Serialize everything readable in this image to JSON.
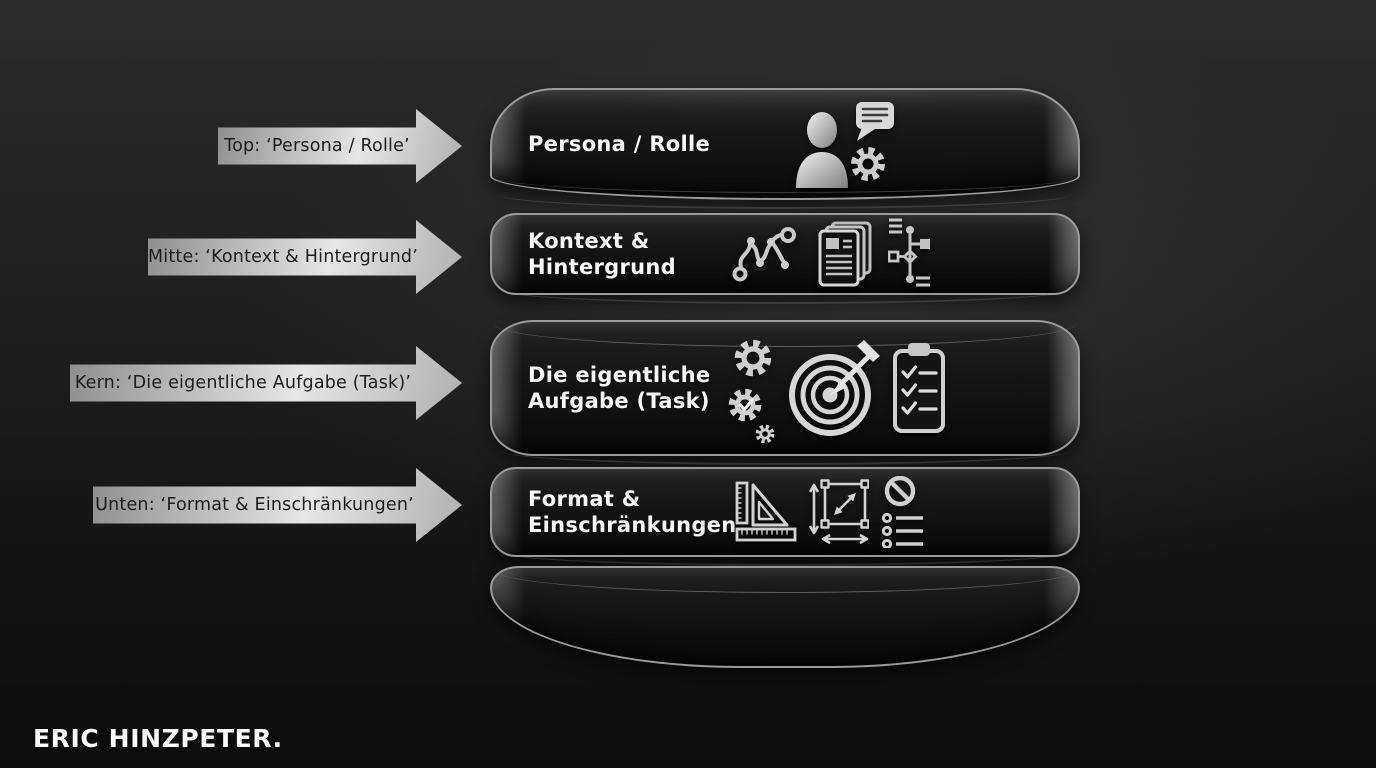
{
  "logo": {
    "text": "ERIC HINZPETER."
  },
  "callouts": [
    {
      "label": "Top: ‘Persona / Rolle’"
    },
    {
      "label": "Mitte: ‘Kontext & Hintergrund’"
    },
    {
      "label": "Kern: ‘Die eigentliche Aufgabe (Task)’"
    },
    {
      "label": "Unten: ‘Format & Einschränkungen’"
    }
  ],
  "stack": {
    "layers": [
      {
        "title_line1": "Persona / Rolle",
        "title_line2": "",
        "icons": [
          "person-bust-icon",
          "speech-bubble-icon",
          "gear-icon"
        ]
      },
      {
        "title_line1": "Kontext &",
        "title_line2": "Hintergrund",
        "icons": [
          "network-path-icon",
          "documents-stack-icon",
          "timeline-branch-icon"
        ]
      },
      {
        "title_line1": "Die eigentliche",
        "title_line2": "Aufgabe (Task)",
        "icons": [
          "gears-icon",
          "target-dart-icon",
          "clipboard-checklist-icon"
        ]
      },
      {
        "title_line1": "Format &",
        "title_line2": "Einschränkungen",
        "icons": [
          "setsquare-ruler-icon",
          "dimension-box-icon",
          "prohibition-list-icon"
        ]
      },
      {
        "title_line1": "",
        "title_line2": "",
        "icons": []
      }
    ]
  },
  "colors": {
    "bg-top": "#2b2b2b",
    "bg-bottom": "#0b0b0b",
    "layer-border": "#9a9a9a",
    "layer-top": "#242424",
    "layer-bottom": "#0a0a0a",
    "arrow-light": "#e6e6e6",
    "arrow-dark": "#8d8d8d",
    "arrow-text": "#1d1d1d",
    "title-color": "#f7f7f7",
    "icon-silver": "#cfcfcf"
  }
}
